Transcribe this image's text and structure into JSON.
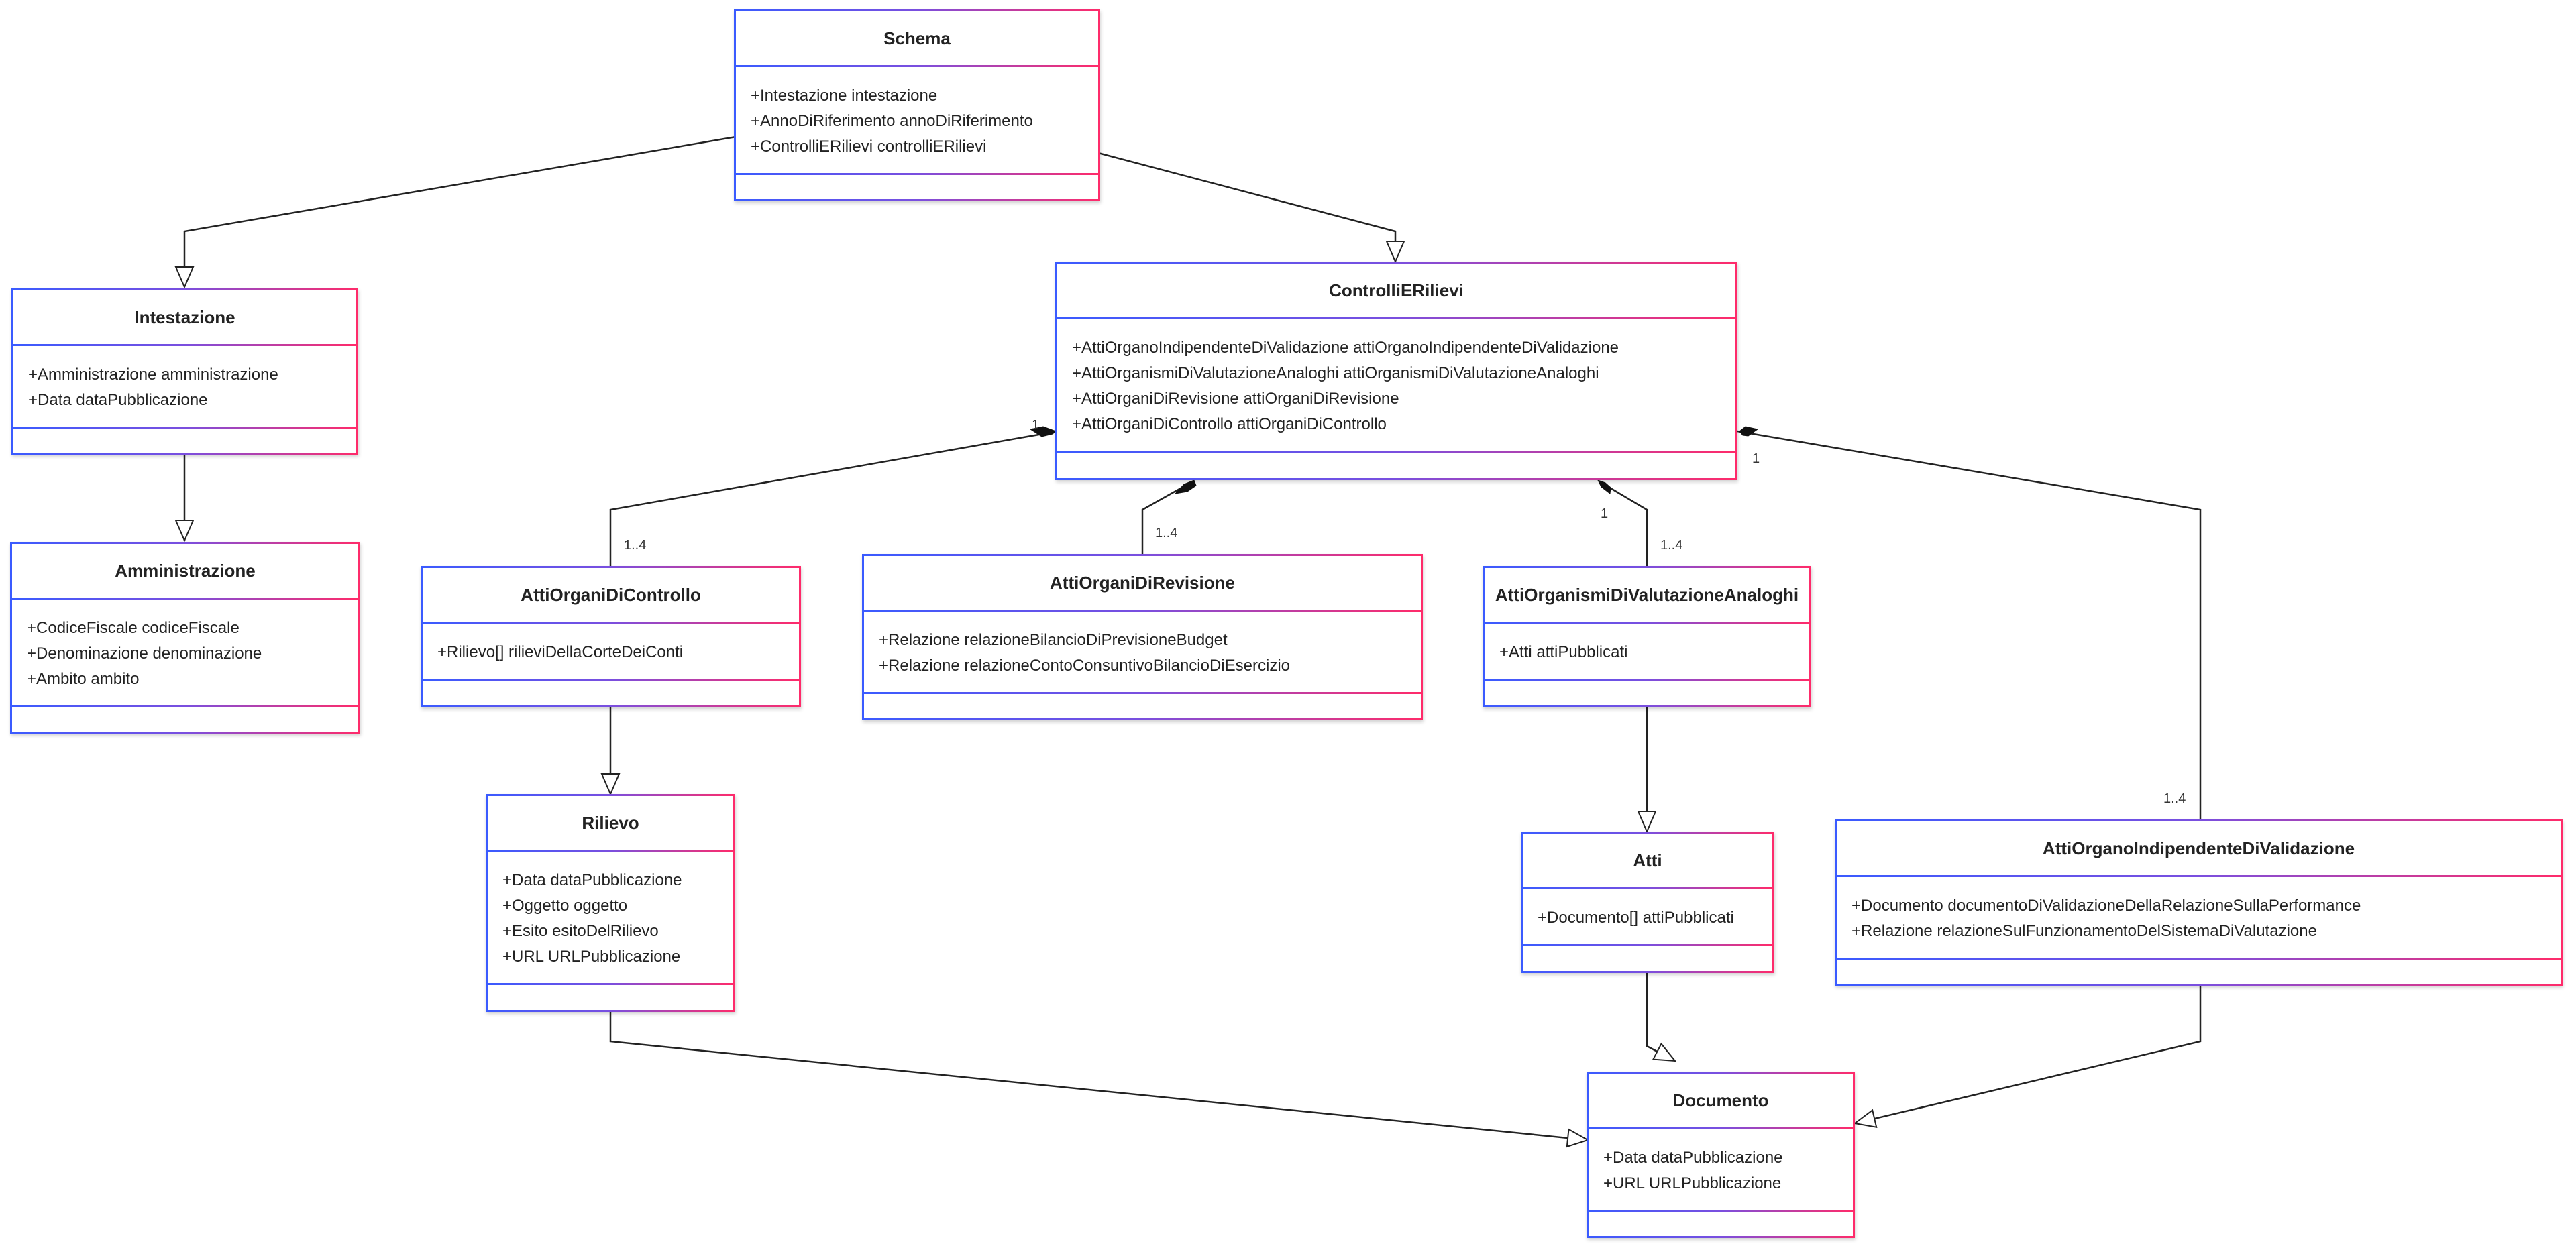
{
  "classes": {
    "schema": {
      "name": "Schema",
      "attributes": [
        "+Intestazione intestazione",
        "+AnnoDiRiferimento annoDiRiferimento",
        "+ControlliERilievi controlliERilievi"
      ]
    },
    "intestazione": {
      "name": "Intestazione",
      "attributes": [
        "+Amministrazione amministrazione",
        "+Data dataPubblicazione"
      ]
    },
    "amministrazione": {
      "name": "Amministrazione",
      "attributes": [
        "+CodiceFiscale codiceFiscale",
        "+Denominazione denominazione",
        "+Ambito ambito"
      ]
    },
    "controlli": {
      "name": "ControlliERilievi",
      "attributes": [
        "+AttiOrganoIndipendenteDiValidazione attiOrganoIndipendenteDiValidazione",
        "+AttiOrganismiDiValutazioneAnaloghi attiOrganismiDiValutazioneAnaloghi",
        "+AttiOrganiDiRevisione attiOrganiDiRevisione",
        "+AttiOrganiDiControllo attiOrganiDiControllo"
      ]
    },
    "controllo": {
      "name": "AttiOrganiDiControllo",
      "attributes": [
        "+Rilievo[] rilieviDellaCorteDeiConti"
      ]
    },
    "revisione": {
      "name": "AttiOrganiDiRevisione",
      "attributes": [
        "+Relazione relazioneBilancioDiPrevisioneBudget",
        "+Relazione relazioneContoConsuntivoBilancioDiEsercizio"
      ]
    },
    "valutazione": {
      "name": "AttiOrganismiDiValutazioneAnaloghi",
      "attributes": [
        "+Atti attiPubblicati"
      ]
    },
    "rilievo": {
      "name": "Rilievo",
      "attributes": [
        "+Data dataPubblicazione",
        "+Oggetto oggetto",
        "+Esito esitoDelRilievo",
        "+URL URLPubblicazione"
      ]
    },
    "atti": {
      "name": "Atti",
      "attributes": [
        "+Documento[] attiPubblicati"
      ]
    },
    "validazione": {
      "name": "AttiOrganoIndipendenteDiValidazione",
      "attributes": [
        "+Documento documentoDiValidazioneDellaRelazioneSullaPerformance",
        "+Relazione relazioneSulFunzionamentoDelSistemaDiValutazione"
      ]
    },
    "documento": {
      "name": "Documento",
      "attributes": [
        "+Data dataPubblicazione",
        "+URL URLPubblicazione"
      ]
    }
  },
  "multiplicities": {
    "controllo_one": "1",
    "controllo_many": "1..4",
    "revisione_many": "1..4",
    "valutazione_one": "1",
    "valutazione_many": "1..4",
    "validazione_one": "1",
    "validazione_many": "1..4"
  }
}
